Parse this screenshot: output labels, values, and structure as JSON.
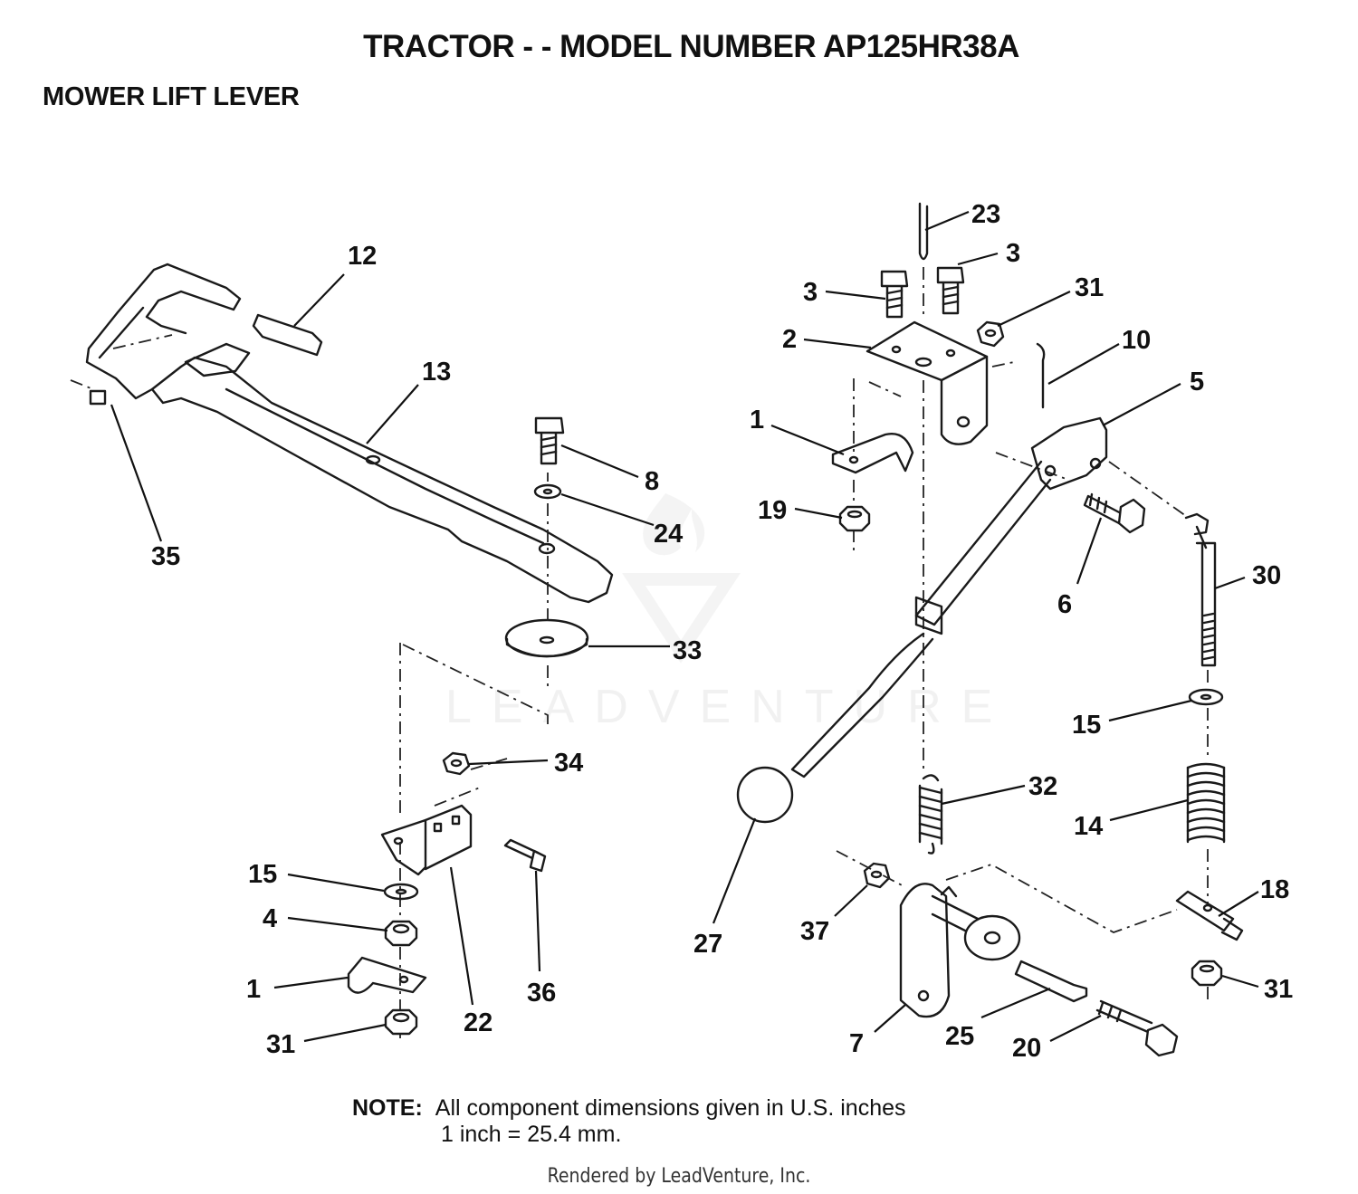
{
  "title": "TRACTOR - - MODEL NUMBER AP125HR38A",
  "subtitle": "MOWER LIFT LEVER",
  "callouts": [
    "12",
    "13",
    "35",
    "8",
    "24",
    "33",
    "34",
    "15",
    "4",
    "1",
    "31",
    "22",
    "36",
    "23",
    "3",
    "3",
    "31",
    "2",
    "10",
    "5",
    "1",
    "19",
    "6",
    "30",
    "15",
    "32",
    "14",
    "27",
    "37",
    "18",
    "31",
    "7",
    "25",
    "20"
  ],
  "note": {
    "label": "NOTE:",
    "line1": "All component dimensions given in U.S. inches",
    "line2": "1 inch = 25.4 mm."
  },
  "watermark": "LEADVENTURE",
  "credit": "Rendered by LeadVenture, Inc."
}
